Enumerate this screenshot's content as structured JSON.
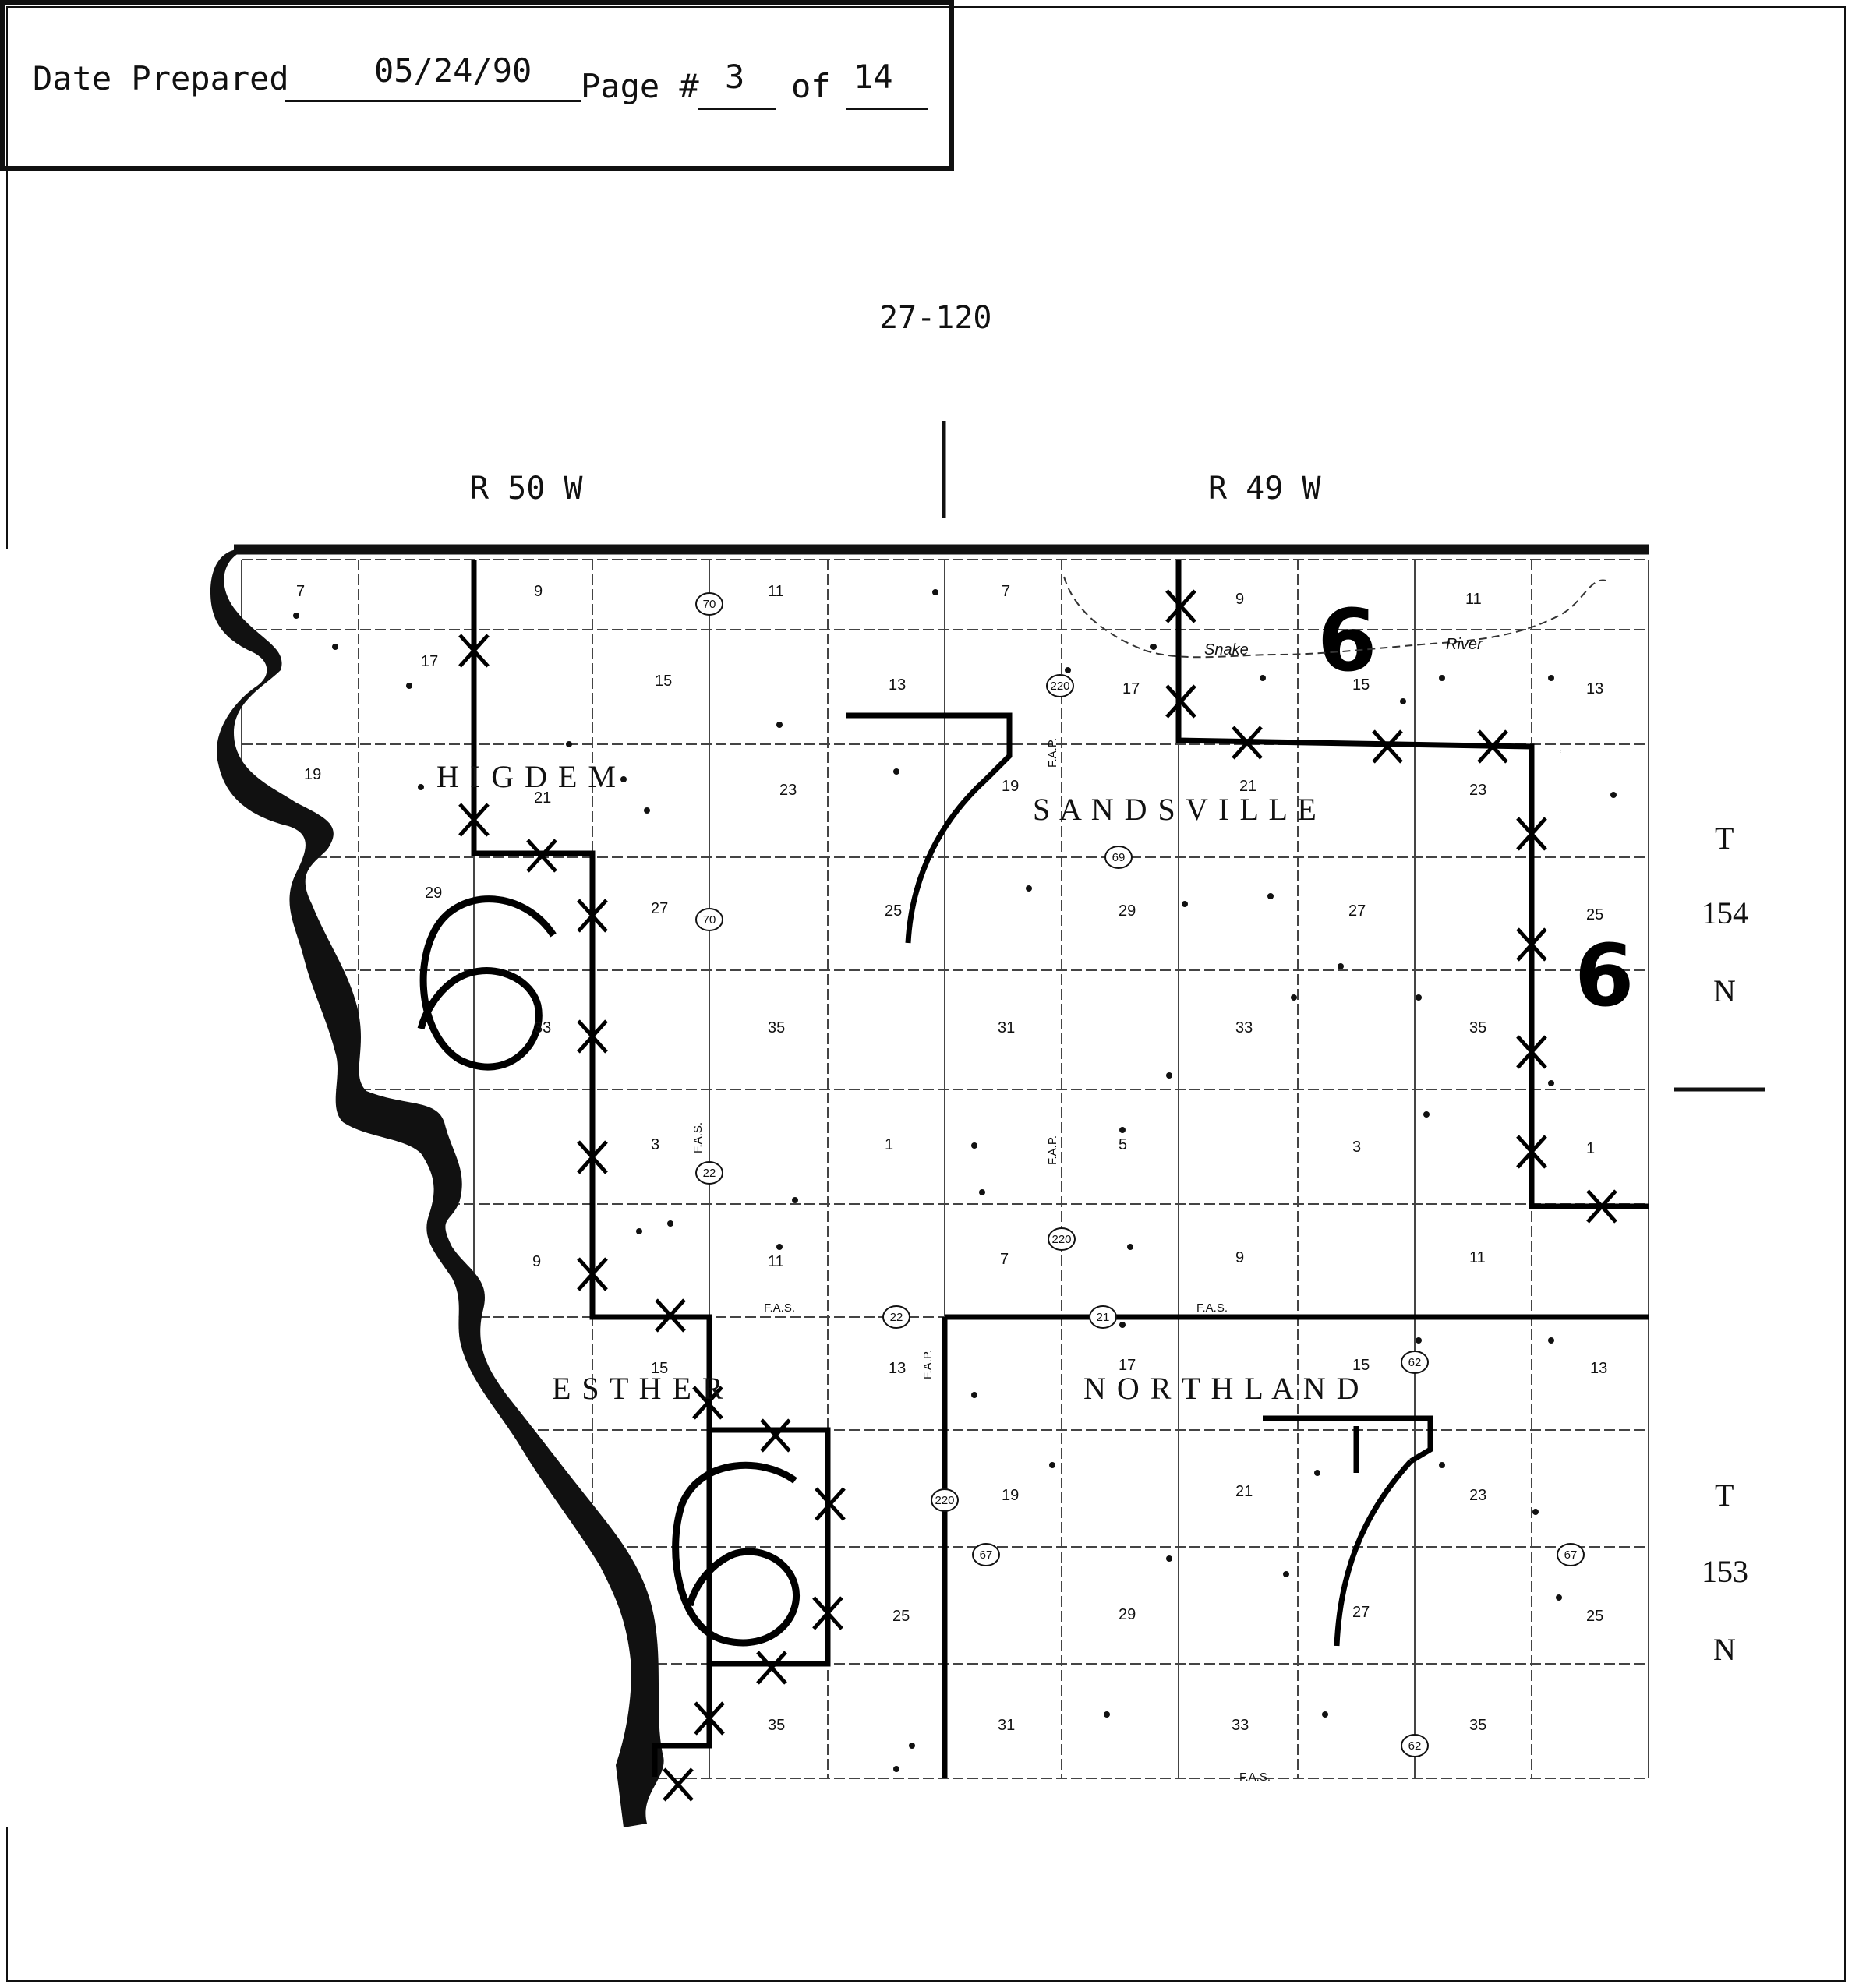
{
  "header": {
    "date_prepared_label": "Date Prepared",
    "date_prepared_value": "05/24/90",
    "page_label": "Page #",
    "page_number": "3",
    "of_label": "of",
    "page_total": "14"
  },
  "map_id": "27-120",
  "ranges": {
    "left": "R 50 W",
    "right": "R 49 W"
  },
  "townships": {
    "upper": [
      "T",
      "154",
      "N"
    ],
    "lower": [
      "T",
      "153",
      "N"
    ]
  },
  "township_names": {
    "higdem": "H I G D E M",
    "sandsville": "S A N D S V I L L E",
    "esther": "E S T H E R",
    "northland": "N O R T H L A N D"
  },
  "river": {
    "word1": "Snake",
    "word2": "River"
  },
  "handwritten_marks": [
    "6",
    "6",
    "6",
    "6",
    "7",
    "7"
  ],
  "section_numbers": {
    "row1": [
      "7",
      "9",
      "11",
      "7",
      "9",
      "11"
    ],
    "row2": [
      "17",
      "15",
      "13",
      "17",
      "15",
      "13"
    ],
    "row3": [
      "19",
      "21",
      "23",
      "19",
      "21",
      "23"
    ],
    "row4": [
      "29",
      "27",
      "25",
      "29",
      "27",
      "25"
    ],
    "row5": [
      "33",
      "35",
      "31",
      "33",
      "35"
    ],
    "row6": [
      "3",
      "1",
      "5",
      "3",
      "1"
    ],
    "row7": [
      "9",
      "11",
      "7",
      "9",
      "11"
    ],
    "row8": [
      "15",
      "13",
      "17",
      "15",
      "13"
    ],
    "row9": [
      "19",
      "21",
      "23"
    ],
    "row10": [
      "25",
      "29",
      "27",
      "25"
    ],
    "row11": [
      "35",
      "31",
      "33",
      "35"
    ]
  },
  "routes": {
    "r70": "70",
    "r220": "220",
    "r69": "69",
    "r22": "22",
    "r21": "21",
    "r62": "62",
    "r67": "67",
    "fas": "F.A.S.",
    "fap": "F.A.P."
  }
}
